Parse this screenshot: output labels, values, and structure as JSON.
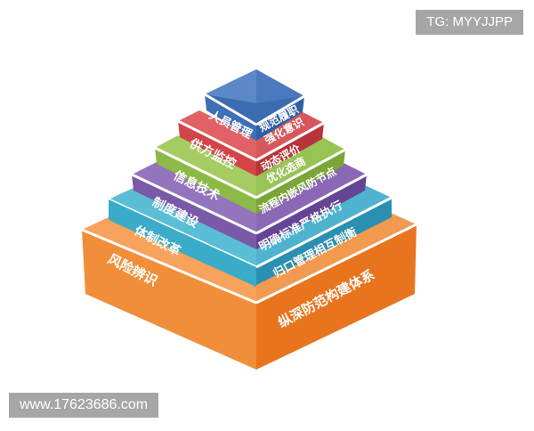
{
  "watermarks": {
    "top_right": "TG: MYYJJPP",
    "bottom_left": "www.17623686.com"
  },
  "pyramid": {
    "tiers": [
      {
        "level": 1,
        "color_left": "#3f6fb5",
        "color_right": "#2f5fa5",
        "left_label": "人员管理",
        "right_label_line1": "规范履职",
        "right_label_line2": "强化意识"
      },
      {
        "level": 2,
        "color_left": "#d24448",
        "color_right": "#b8343a",
        "left_label": "供方监控",
        "right_label_line1": "动态评价",
        "right_label_line2": "优化选商"
      },
      {
        "level": 3,
        "color_left": "#8dba45",
        "color_right": "#7aa638",
        "left_label": "信息技术",
        "right_label": "流程内嵌风防节点"
      },
      {
        "level": 4,
        "color_left": "#7a5aa8",
        "color_right": "#644595",
        "left_label": "制度建设",
        "right_label": "明确标准严格执行"
      },
      {
        "level": 5,
        "color_left": "#3aabc8",
        "color_right": "#2a8fb0",
        "left_label": "体制改革",
        "right_label": "归口管理相互制衡"
      },
      {
        "level": 6,
        "color_left": "#f18e3a",
        "color_right": "#e8741e",
        "left_label": "风险辨识",
        "right_label": "纵深防范构建体系"
      }
    ]
  }
}
